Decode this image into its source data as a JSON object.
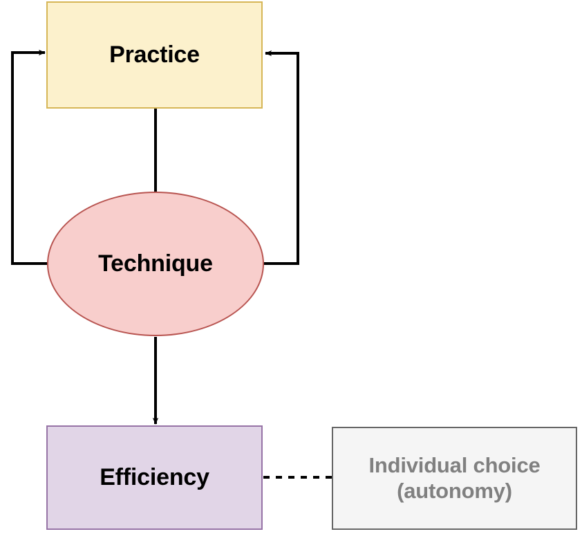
{
  "diagram": {
    "title": "Practice / Technique / Efficiency causal loop diagram",
    "background": "#ffffff",
    "nodes": [
      {
        "id": "practice",
        "label": "Practice",
        "shape": "rectangle",
        "fill": "#fcf1cc",
        "stroke": "#d6b656",
        "text_color": "#000000"
      },
      {
        "id": "technique",
        "label": "Technique",
        "shape": "ellipse",
        "fill": "#f8cecc",
        "stroke": "#b85450",
        "text_color": "#000000"
      },
      {
        "id": "efficiency",
        "label": "Efficiency",
        "shape": "rectangle",
        "fill": "#e1d5e7",
        "stroke": "#9673a6",
        "text_color": "#000000"
      },
      {
        "id": "individual_choice",
        "label": "Individual choice\n(autonomy)",
        "shape": "rectangle",
        "fill": "#f5f5f5",
        "stroke": "#666666",
        "text_color": "#808080"
      }
    ],
    "edges": [
      {
        "id": "practice-to-technique",
        "from": "practice",
        "to": "technique",
        "style": "solid",
        "arrowhead": "none",
        "color": "#000000"
      },
      {
        "id": "technique-to-practice-left",
        "from": "technique",
        "to": "practice",
        "style": "solid",
        "arrowhead": "end",
        "routing": "orthogonal-left",
        "color": "#000000"
      },
      {
        "id": "technique-to-practice-right",
        "from": "technique",
        "to": "practice",
        "style": "solid",
        "arrowhead": "end",
        "routing": "orthogonal-right",
        "color": "#000000"
      },
      {
        "id": "technique-to-efficiency",
        "from": "technique",
        "to": "efficiency",
        "style": "solid",
        "arrowhead": "end",
        "color": "#000000"
      },
      {
        "id": "efficiency-to-individual-choice",
        "from": "efficiency",
        "to": "individual_choice",
        "style": "dashed",
        "arrowhead": "none",
        "color": "#000000"
      }
    ]
  }
}
